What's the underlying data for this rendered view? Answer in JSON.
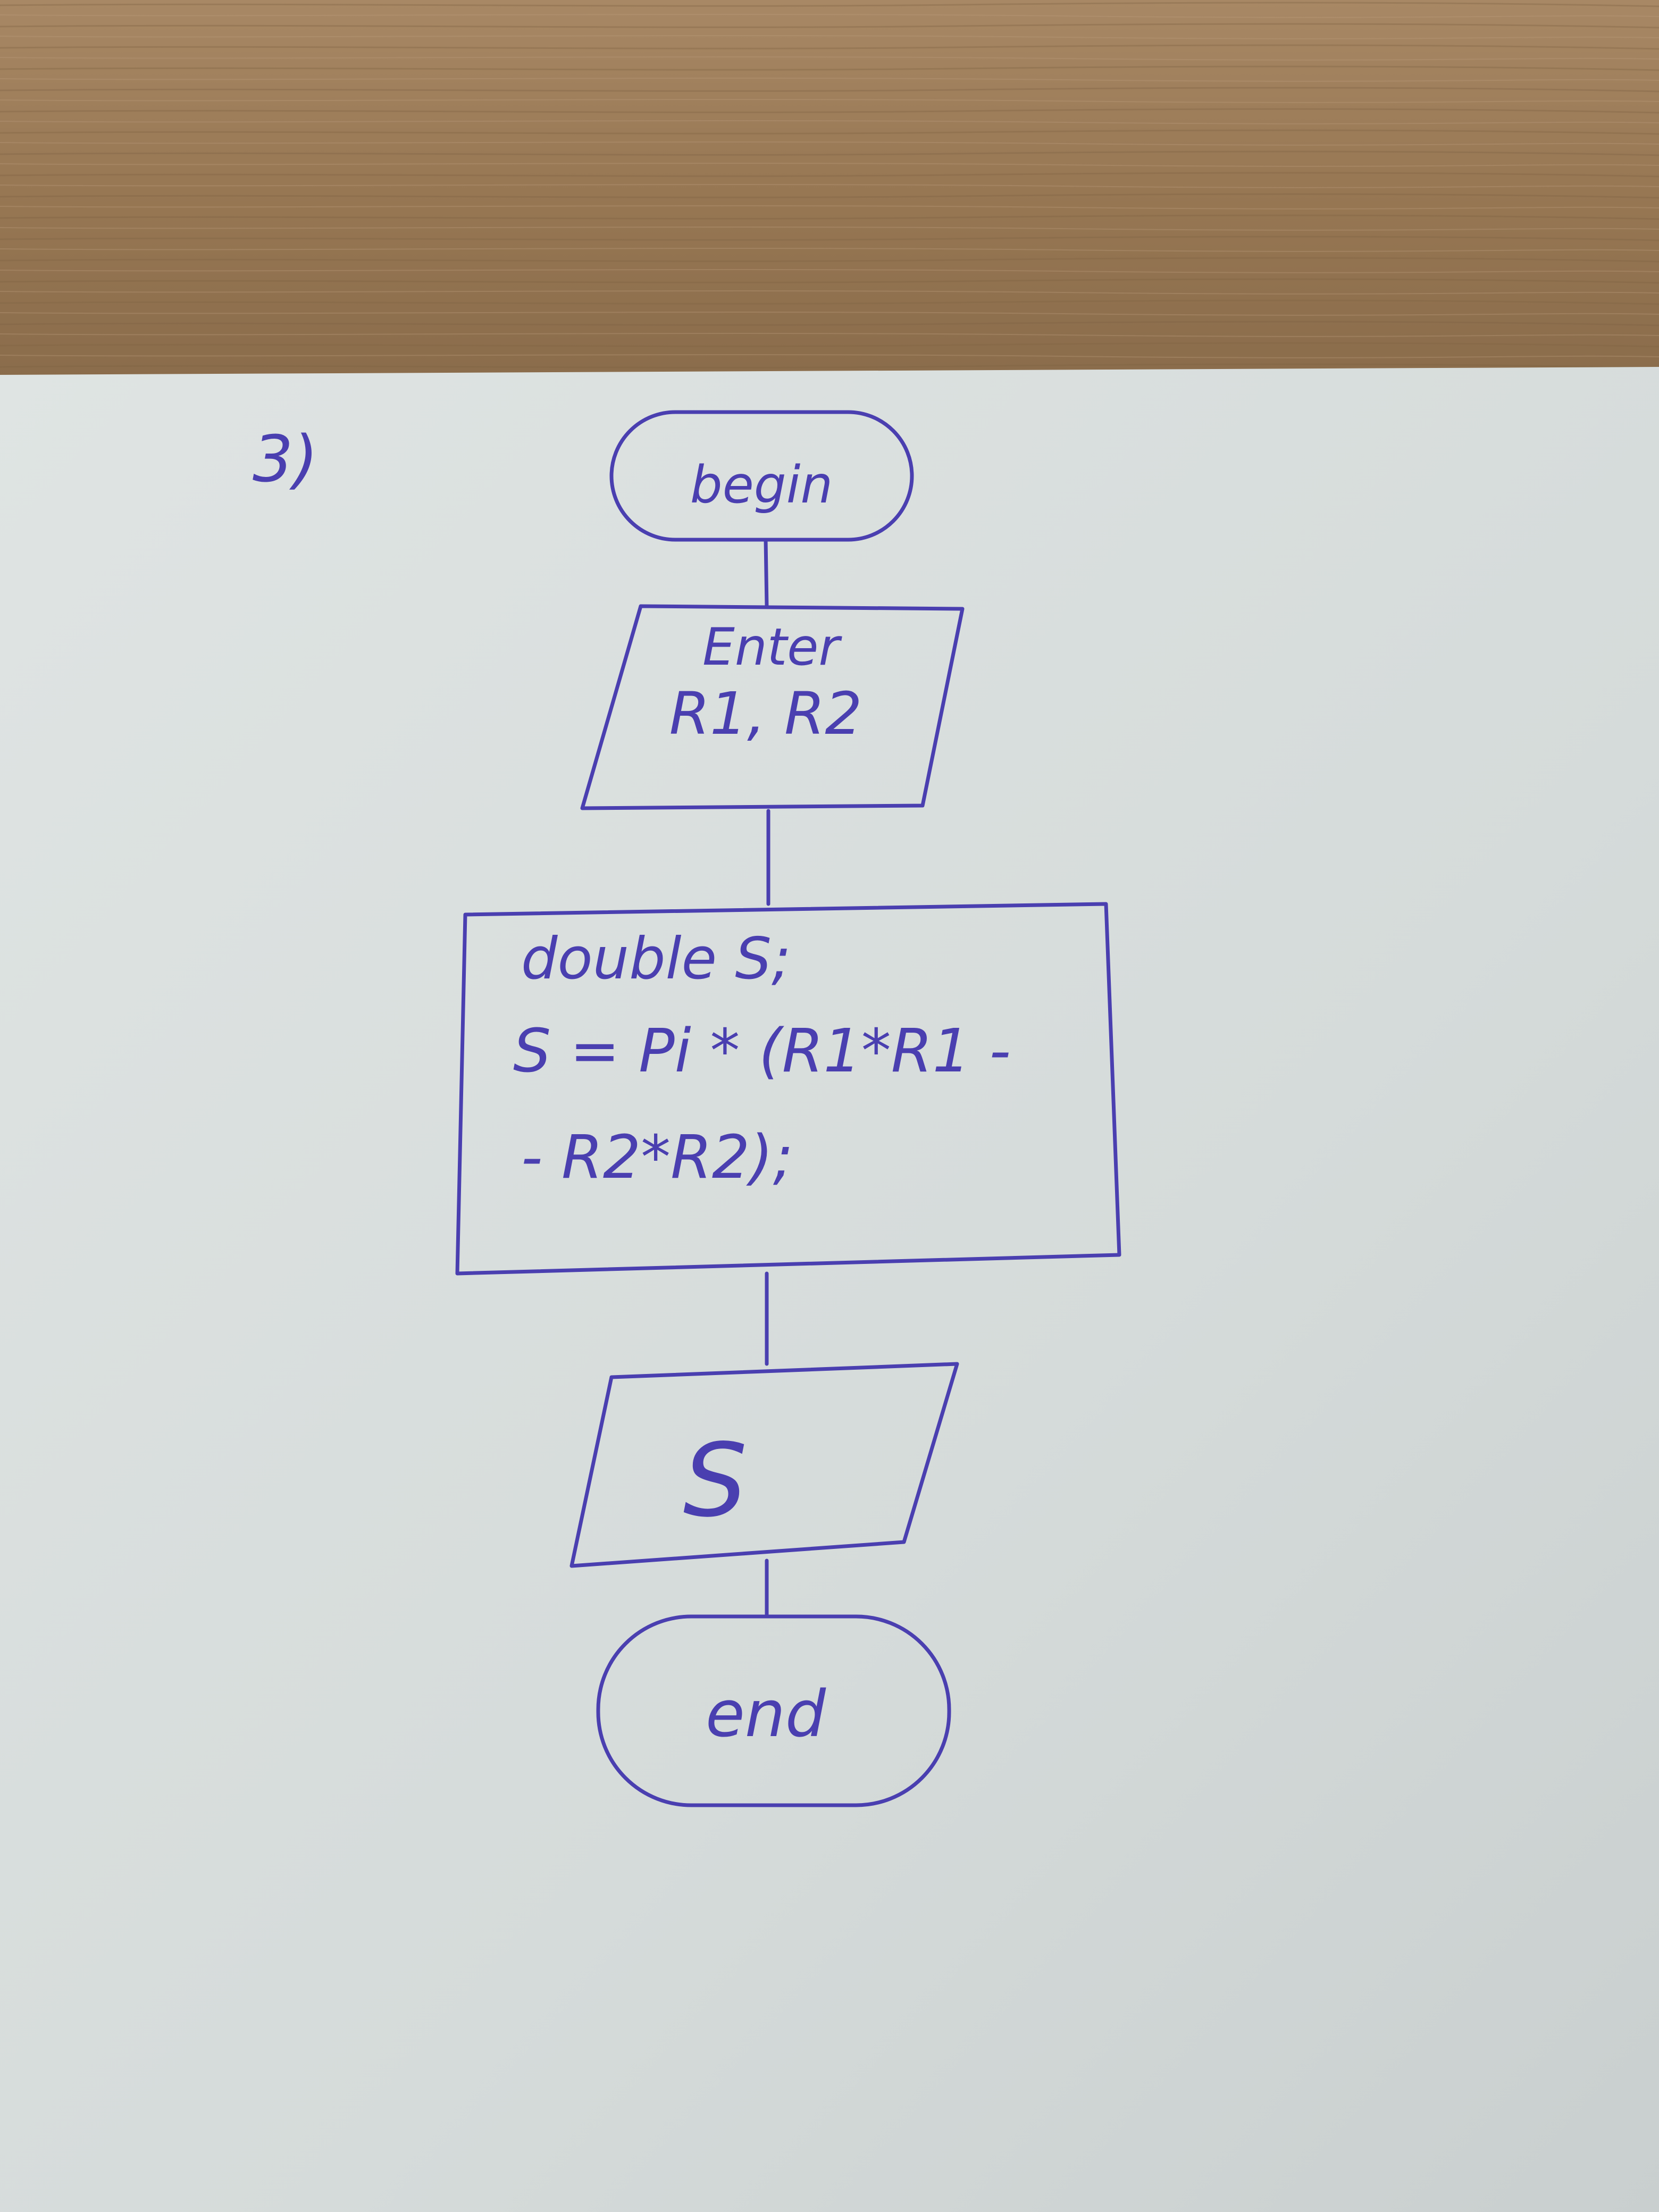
{
  "problem_number": "3)",
  "flowchart": {
    "start": {
      "shape": "terminator",
      "text": "begin"
    },
    "input": {
      "shape": "parallelogram",
      "lines": [
        "Enter",
        "R1, R2"
      ]
    },
    "process": {
      "shape": "rectangle",
      "lines": [
        "double S;",
        "S = Pi * (R1*R1 -",
        "- R2*R2);"
      ]
    },
    "output": {
      "shape": "parallelogram",
      "text": "S"
    },
    "end": {
      "shape": "terminator",
      "text": "end"
    }
  },
  "colors": {
    "ink": "#4a3fb0",
    "paper": "#dde2e1",
    "desk": "#9c7c58"
  }
}
